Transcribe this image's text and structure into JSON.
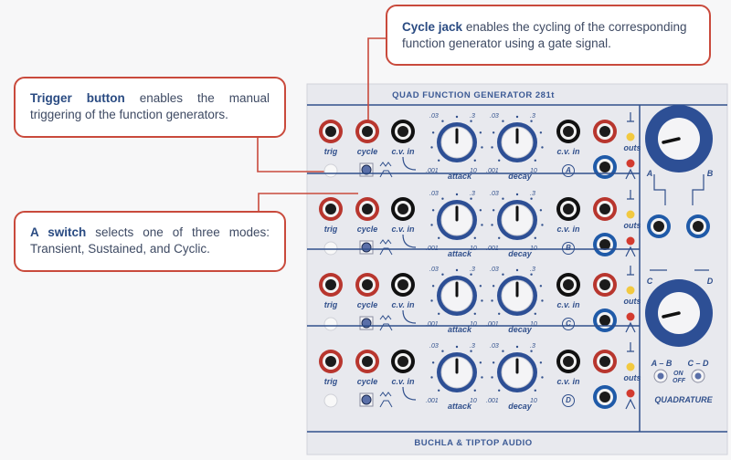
{
  "callouts": {
    "cycle": {
      "title": "Cycle jack",
      "text": " enables the cycling of the corresponding function generator using a gate signal."
    },
    "trigger": {
      "title": "Trigger button",
      "text": " enables the manual triggering of the function generators."
    },
    "switch": {
      "title": "A switch",
      "text": " selects one of three modes: Transient, Sustained, and Cyclic."
    }
  },
  "module": {
    "title": "QUAD FUNCTION GENERATOR 281t",
    "footer": "BUCHLA & TIPTOP AUDIO",
    "row_labels": {
      "trig": "trig",
      "cycle": "cycle",
      "cv_in": "c.v. in",
      "attack": "attack",
      "decay": "decay",
      "outs": "outs"
    },
    "knob_scale": {
      "min": ".001",
      "low": ".03",
      "high": ".3",
      "max": "10"
    },
    "channels": [
      "A",
      "B",
      "C",
      "D"
    ],
    "quadrature": {
      "title": "QUADRATURE",
      "left_switch": "A – B",
      "right_switch": "C – D",
      "on": "ON",
      "off": "OFF",
      "labels": [
        "A",
        "B",
        "C",
        "D"
      ]
    }
  },
  "colors": {
    "accent": "#c94a3c",
    "panel": "#e8e9ee",
    "blue": "#2a4b82",
    "jack_red": "#b8362e",
    "jack_blue": "#1f5aa8"
  }
}
